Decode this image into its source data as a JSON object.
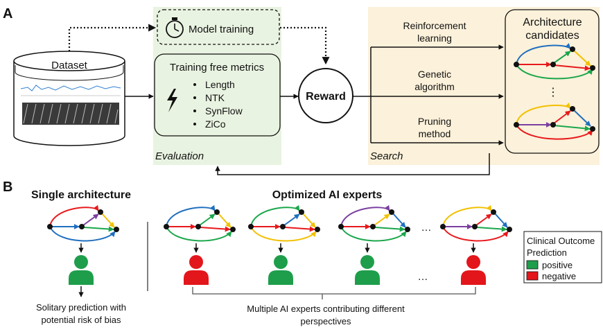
{
  "panel_a": {
    "label": "A",
    "dataset": "Dataset",
    "model_training": "Model training",
    "tfm_title": "Training free metrics",
    "metrics": [
      "Length",
      "NTK",
      "SynFlow",
      "ZiCo"
    ],
    "evaluation": "Evaluation",
    "reward": "Reward",
    "methods": [
      {
        "line1": "Reinforcement",
        "line2": "learning"
      },
      {
        "line1": "Genetic",
        "line2": "algorithm"
      },
      {
        "line1": "Pruning",
        "line2": "method"
      }
    ],
    "search": "Search",
    "candidates_line1": "Architecture",
    "candidates_line2": "candidates",
    "ellipsis_vertical": "⋮"
  },
  "panel_b": {
    "label": "B",
    "single_title": "Single architecture",
    "experts_title": "Optimized AI experts",
    "solitary_line1": "Solitary prediction with",
    "solitary_line2": "potential risk of bias",
    "multiple_line1": "Multiple AI experts contributing different",
    "multiple_line2": "perspectives",
    "ellipsis": "…",
    "legend_title_line1": "Clinical Outcome",
    "legend_title_line2": "Prediction",
    "legend_positive": "positive",
    "legend_negative": "negative"
  },
  "colors": {
    "red": "#e8191c",
    "green": "#1aa64b",
    "blue": "#1f6fbf",
    "yellow": "#f2c000",
    "purple": "#7b3fa0",
    "positive": "#1e9e4b",
    "negative": "#e3161b",
    "eval_bg": "#e9f3e1",
    "search_bg": "#fcf1da"
  }
}
